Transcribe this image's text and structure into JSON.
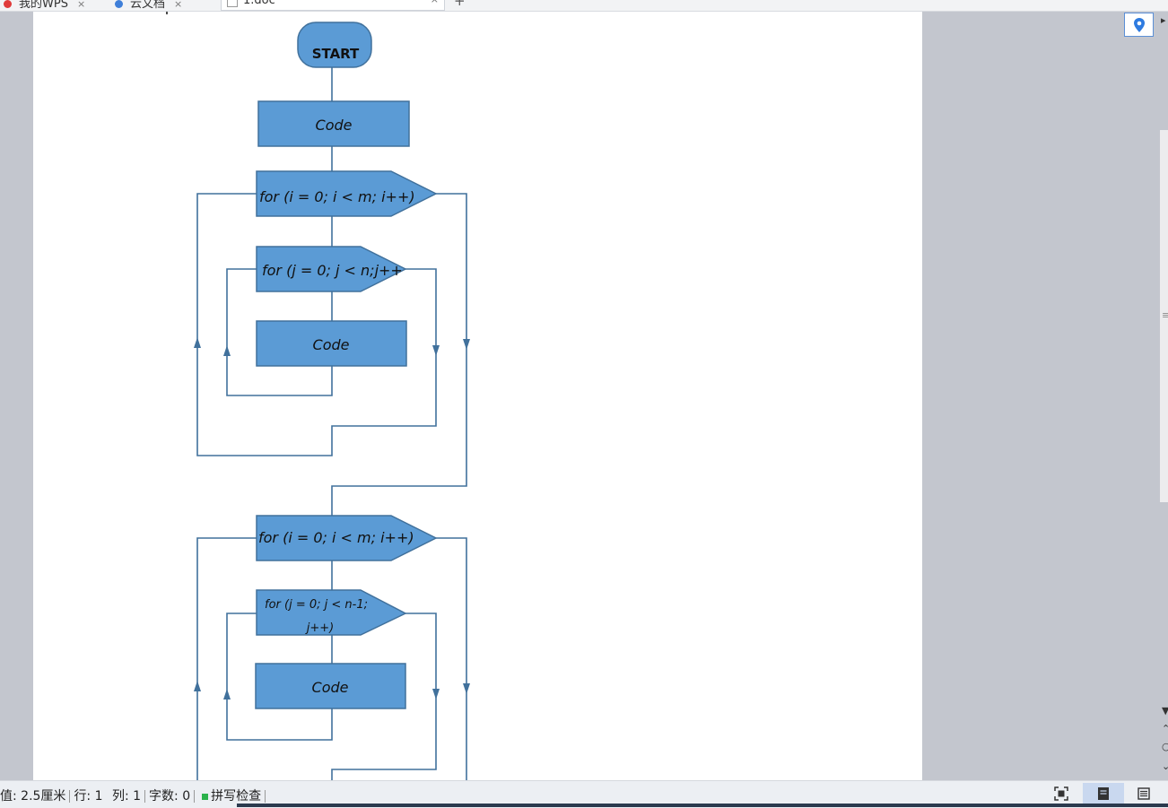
{
  "tabs": [
    {
      "label": "我的WPS"
    },
    {
      "label": "云文档"
    },
    {
      "label": "1.doc"
    }
  ],
  "new_tab_symbol": "+",
  "flowchart": {
    "start": "START",
    "code1": "Code",
    "loop1_outer": "for (i = 0; i < m; i++)",
    "loop1_inner": "for (j = 0; j < n;j++",
    "code2": "Code",
    "loop2_outer": "for (i = 0; i < m; i++)",
    "loop2_inner_line1": "for (j = 0; j < n-1;",
    "loop2_inner_line2": "j++)",
    "code3": "Code",
    "shape_fill": "#5b9bd5",
    "line_color": "#41719c"
  },
  "statusbar": {
    "indent": "值: 2.5厘米",
    "row": "行: 1",
    "col": "列: 1",
    "words": "字数: 0",
    "spell": "拼写检查"
  }
}
